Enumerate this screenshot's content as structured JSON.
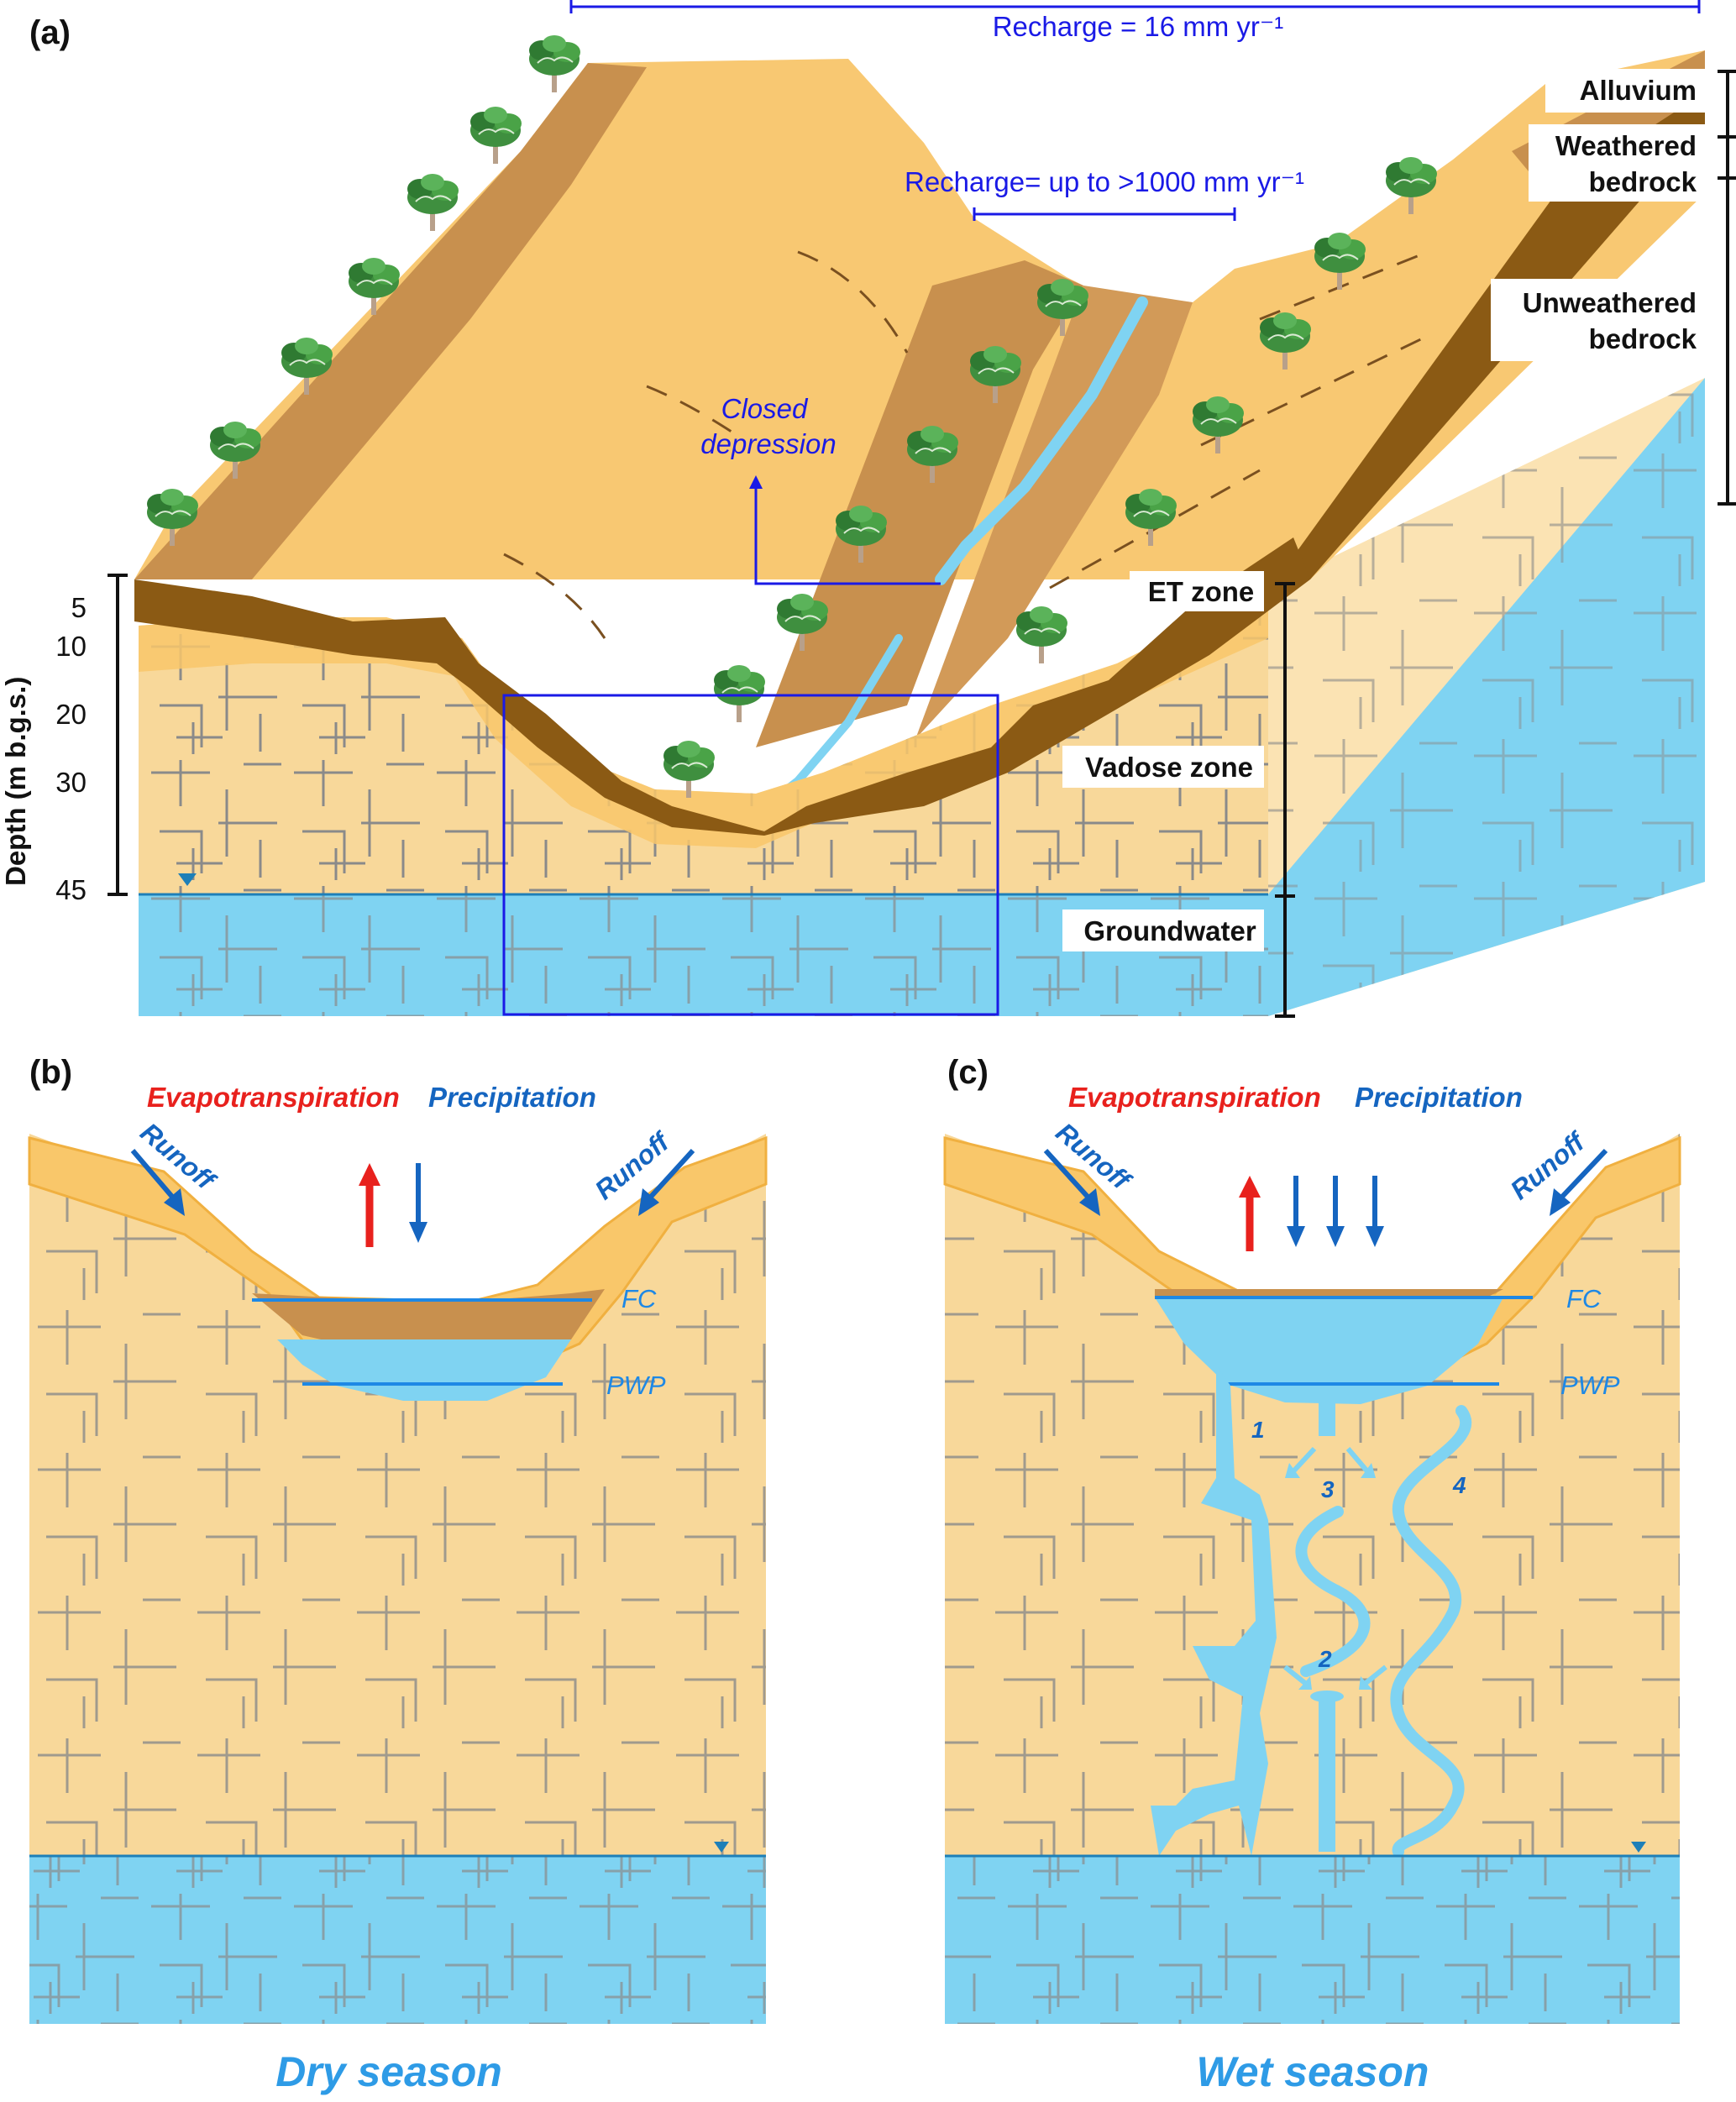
{
  "panel_a": {
    "label": "(a)",
    "recharge_top": "Recharge = 16 mm yr⁻¹",
    "recharge_depression": "Recharge= up to >1000 mm yr⁻¹",
    "closed_depression_line1": "Closed",
    "closed_depression_line2": "depression",
    "layers": {
      "alluvium": "Alluvium",
      "weathered_line1": "Weathered",
      "weathered_line2": "bedrock",
      "unweathered_line1": "Unweathered",
      "unweathered_line2": "bedrock"
    },
    "zones": {
      "et": "ET zone",
      "vadose": "Vadose zone",
      "groundwater": "Groundwater"
    },
    "depth_axis": {
      "title": "Depth (m b.g.s.)",
      "ticks": [
        "5",
        "10",
        "20",
        "30",
        "45"
      ]
    }
  },
  "panel_b": {
    "label": "(b)",
    "evapotranspiration": "Evapotranspiration",
    "precipitation": "Precipitation",
    "runoff_left": "Runoff",
    "runoff_right": "Runoff",
    "fc": "FC",
    "pwp": "PWP",
    "season": "Dry season"
  },
  "panel_c": {
    "label": "(c)",
    "evapotranspiration": "Evapotranspiration",
    "precipitation": "Precipitation",
    "runoff_left": "Runoff",
    "runoff_right": "Runoff",
    "fc": "FC",
    "pwp": "PWP",
    "paths": [
      "1",
      "2",
      "3",
      "4"
    ],
    "season": "Wet season"
  },
  "colors": {
    "sand": "#f8d89a",
    "sand_light": "#fbe3b3",
    "orange_band": "#f9c76a",
    "brown": "#c8904e",
    "dark_brown": "#8b5a14",
    "water": "#7fd3f2",
    "fracture": "#8a8a8a",
    "red": "#e8211d",
    "blue_arrow": "#1565c0",
    "text_blue": "#1a1ae6",
    "season_blue": "#2e9be6"
  }
}
